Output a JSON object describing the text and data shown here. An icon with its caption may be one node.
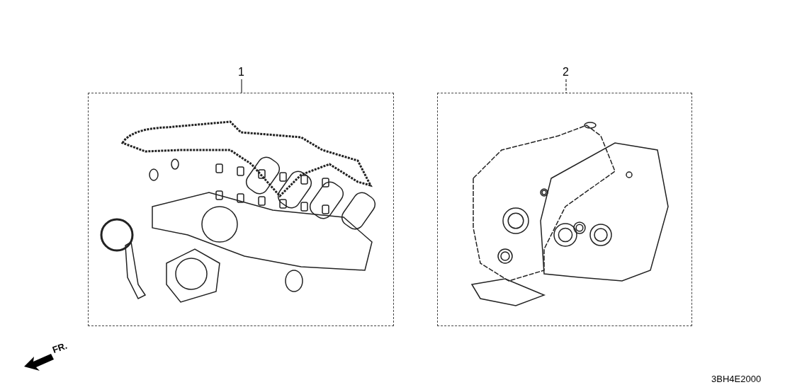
{
  "diagram": {
    "nodes": [
      {
        "text": [
          "1"
        ]
      },
      {
        "text": [],
        "shape": "box"
      },
      {
        "text": [
          "2"
        ]
      },
      {
        "text": [],
        "shape": "box"
      }
    ],
    "edges": [
      {
        "from": 0,
        "to": 1,
        "arrow": "none"
      },
      {
        "from": 2,
        "to": 3,
        "arrow": "none",
        "style": "dashed"
      }
    ],
    "labels": [
      "FR.",
      "3BH4E2000"
    ]
  }
}
